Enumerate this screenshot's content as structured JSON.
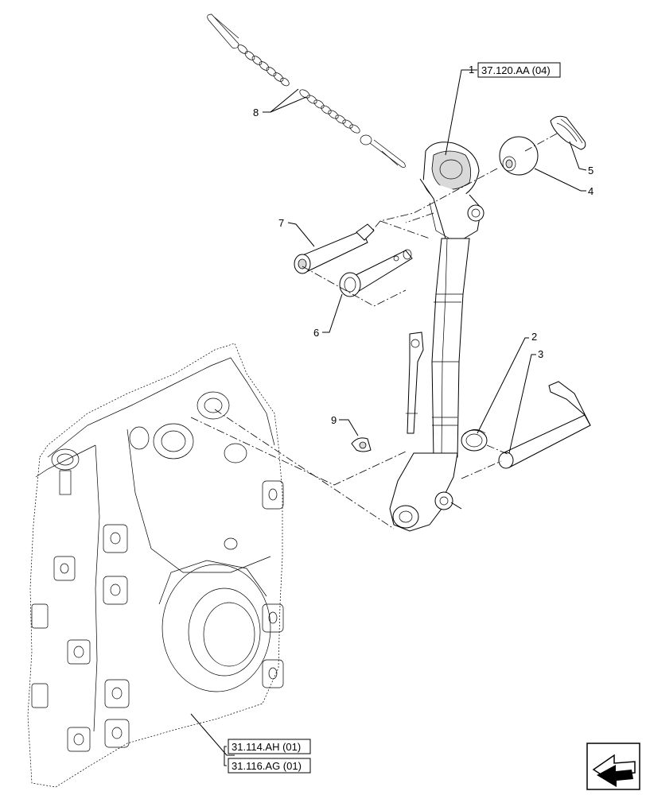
{
  "callouts": {
    "c1": "1",
    "c2": "2",
    "c3": "3",
    "c4": "4",
    "c5": "5",
    "c6": "6",
    "c7": "7",
    "c8": "8",
    "c9": "9"
  },
  "references": {
    "top_ref": "37.120.AA (04)",
    "bottom_ref_1": "31.114.AH (01)",
    "bottom_ref_2": "31.116.AG (01)"
  },
  "nav_icon": "next-page-arrow-icon"
}
